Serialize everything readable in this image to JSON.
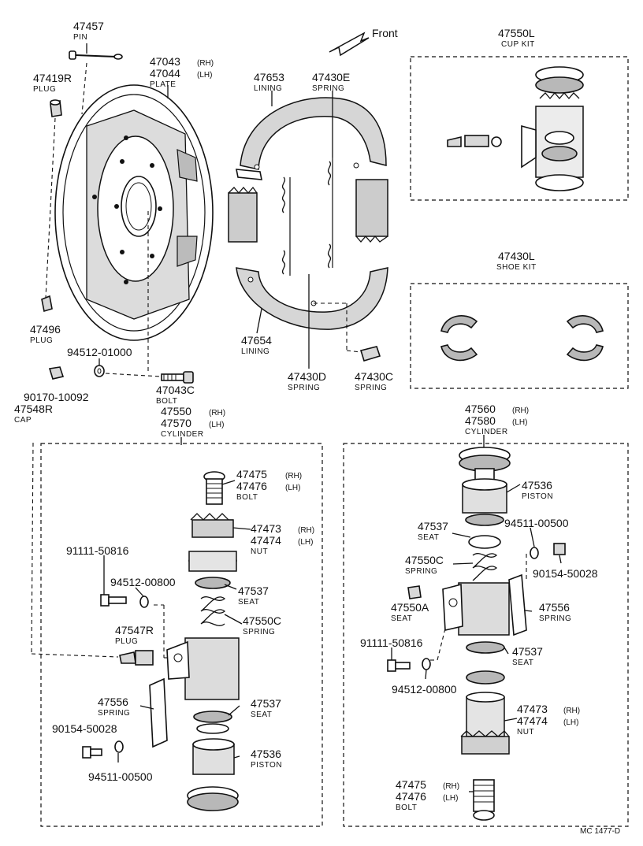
{
  "labels": {
    "pin": {
      "pn": "47457",
      "nm": "PIN"
    },
    "plate": {
      "pn1": "47043",
      "sd1": "(RH)",
      "pn2": "47044",
      "sd2": "(LH)",
      "nm": "PLATE"
    },
    "plug_r": {
      "pn": "47419R",
      "nm": "PLUG"
    },
    "lining_top": {
      "pn": "47653",
      "nm": "LINING"
    },
    "spring_e": {
      "pn": "47430E",
      "nm": "SPRING"
    },
    "front": "Front",
    "cup_kit": {
      "pn": "47550L",
      "nm": "CUP KIT"
    },
    "shoe_kit": {
      "pn": "47430L",
      "nm": "SHOE KIT"
    },
    "plug_496": {
      "pn": "47496",
      "nm": "PLUG"
    },
    "washer_01000": {
      "pn": "94512-01000"
    },
    "nut_10092": {
      "pn": "90170-10092"
    },
    "bolt_c": {
      "pn": "47043C",
      "nm": "BOLT"
    },
    "lining_bottom": {
      "pn": "47654",
      "nm": "LINING"
    },
    "spring_d": {
      "pn": "47430D",
      "nm": "SPRING"
    },
    "spring_c": {
      "pn": "47430C",
      "nm": "SPRING"
    },
    "cap_r": {
      "pn": "47548R",
      "nm": "CAP"
    },
    "cyl_left": {
      "pn1": "47550",
      "sd1": "(RH)",
      "pn2": "47570",
      "sd2": "(LH)",
      "nm": "CYLINDER"
    },
    "cyl_right": {
      "pn1": "47560",
      "sd1": "(RH)",
      "pn2": "47580",
      "sd2": "(LH)",
      "nm": "CYLINDER"
    },
    "l_bolt": {
      "pn1": "47475",
      "sd1": "(RH)",
      "pn2": "47476",
      "sd2": "(LH)",
      "nm": "BOLT"
    },
    "l_nut": {
      "pn1": "47473",
      "sd1": "(RH)",
      "pn2": "47474",
      "sd2": "(LH)",
      "nm": "NUT"
    },
    "l_91111": {
      "pn": "91111-50816"
    },
    "l_94512": {
      "pn": "94512-00800"
    },
    "l_seat_a": {
      "pn": "47537",
      "nm": "SEAT"
    },
    "l_spring_c": {
      "pn": "47550C",
      "nm": "SPRING"
    },
    "l_plug": {
      "pn": "47547R",
      "nm": "PLUG"
    },
    "l_spring_556": {
      "pn": "47556",
      "nm": "SPRING"
    },
    "l_seat_b": {
      "pn": "47537",
      "nm": "SEAT"
    },
    "l_90154": {
      "pn": "90154-50028"
    },
    "l_piston": {
      "pn": "47536",
      "nm": "PISTON"
    },
    "l_94511": {
      "pn": "94511-00500"
    },
    "r_piston": {
      "pn": "47536",
      "nm": "PISTON"
    },
    "r_seat_a": {
      "pn": "47537",
      "nm": "SEAT"
    },
    "r_94511": {
      "pn": "94511-00500"
    },
    "r_spring_c": {
      "pn": "47550C",
      "nm": "SPRING"
    },
    "r_90154": {
      "pn": "90154-50028"
    },
    "r_seat_550a": {
      "pn": "47550A",
      "nm": "SEAT"
    },
    "r_spring_556": {
      "pn": "47556",
      "nm": "SPRING"
    },
    "r_91111": {
      "pn": "91111-50816"
    },
    "r_seat_b": {
      "pn": "47537",
      "nm": "SEAT"
    },
    "r_94512": {
      "pn": "94512-00800"
    },
    "r_nut": {
      "pn1": "47473",
      "sd1": "(RH)",
      "pn2": "47474",
      "sd2": "(LH)",
      "nm": "NUT"
    },
    "r_bolt": {
      "pn1": "47475",
      "sd1": "(RH)",
      "pn2": "47476",
      "sd2": "(LH)",
      "nm": "BOLT"
    },
    "code": "MC  1477-D"
  }
}
